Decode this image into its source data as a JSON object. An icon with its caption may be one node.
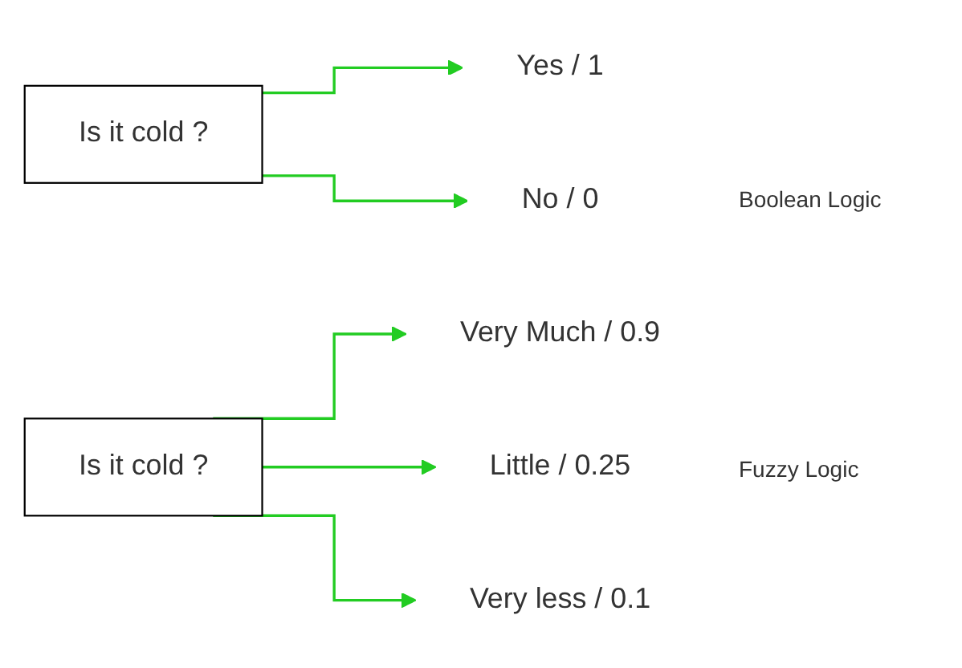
{
  "diagram": {
    "nodes": [
      {
        "text": [
          "Is it cold ?"
        ]
      },
      {
        "text": [
          "Yes / 1"
        ]
      },
      {
        "text": [
          "No / 0"
        ]
      },
      {
        "text": [
          "Is it cold ?"
        ]
      },
      {
        "text": [
          "Very Much / 0.9"
        ]
      },
      {
        "text": [
          "Little / 0.25"
        ]
      },
      {
        "text": [
          "Very less / 0.1"
        ]
      }
    ],
    "edges": [
      {
        "from": 0,
        "to": 1,
        "arrow": "to"
      },
      {
        "from": 0,
        "to": 2,
        "arrow": "to"
      },
      {
        "from": 3,
        "to": 4,
        "arrow": "to"
      },
      {
        "from": 3,
        "to": 5,
        "arrow": "to"
      },
      {
        "from": 3,
        "to": 6,
        "arrow": "to"
      }
    ],
    "labels": [
      "Boolean Logic",
      "Fuzzy Logic"
    ]
  }
}
